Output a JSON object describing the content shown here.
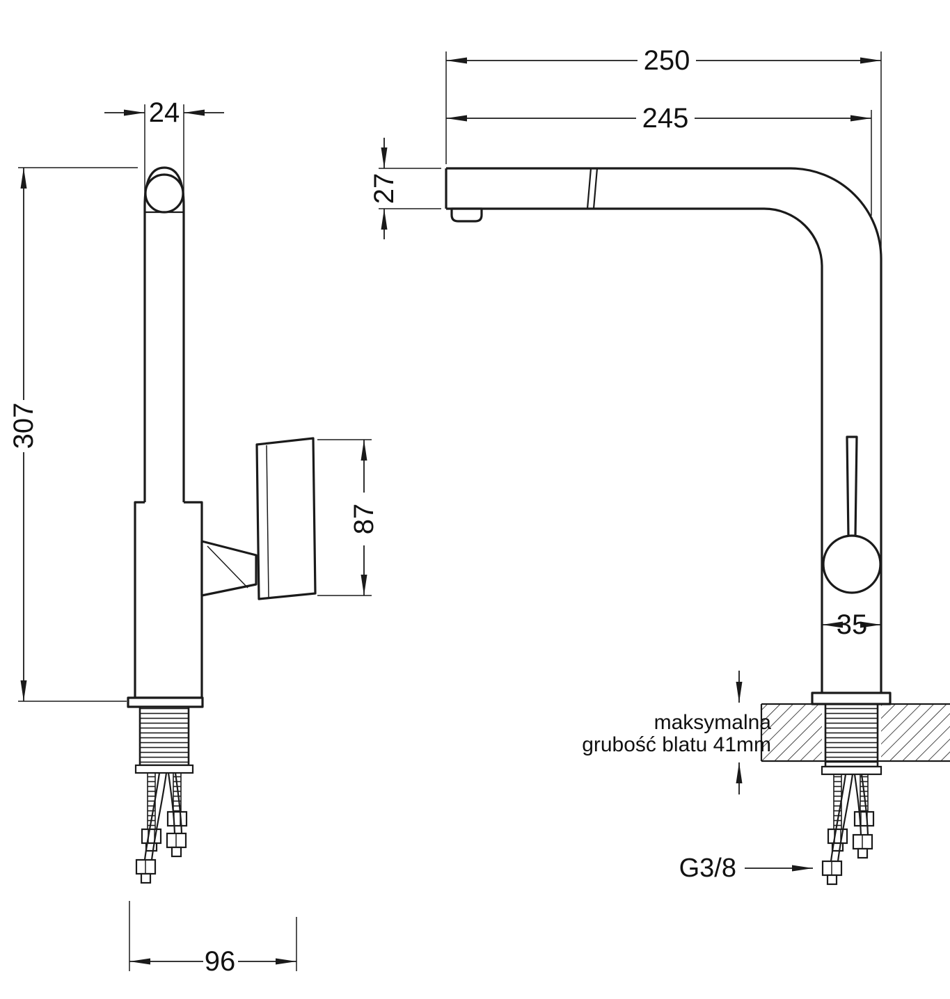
{
  "page": {
    "background": "#ffffff",
    "line_color": "#1a1a1a"
  },
  "diagram": {
    "type": "technical-drawing",
    "subject": "kitchen faucet with pull-out spout, installation dimensions in mm",
    "views": {
      "side": {
        "dims": {
          "spout_pipe_width": "24",
          "total_height": "307",
          "handle_length": "87",
          "base_depth": "96"
        }
      },
      "front": {
        "dims": {
          "total_reach": "250",
          "spout_reach": "245",
          "spout_end_height": "27",
          "body_width": "35"
        },
        "notes": {
          "counter_note_line1": "maksymalna",
          "counter_note_line2": "grubość blatu 41mm",
          "thread_label": "G3/8"
        }
      }
    }
  }
}
